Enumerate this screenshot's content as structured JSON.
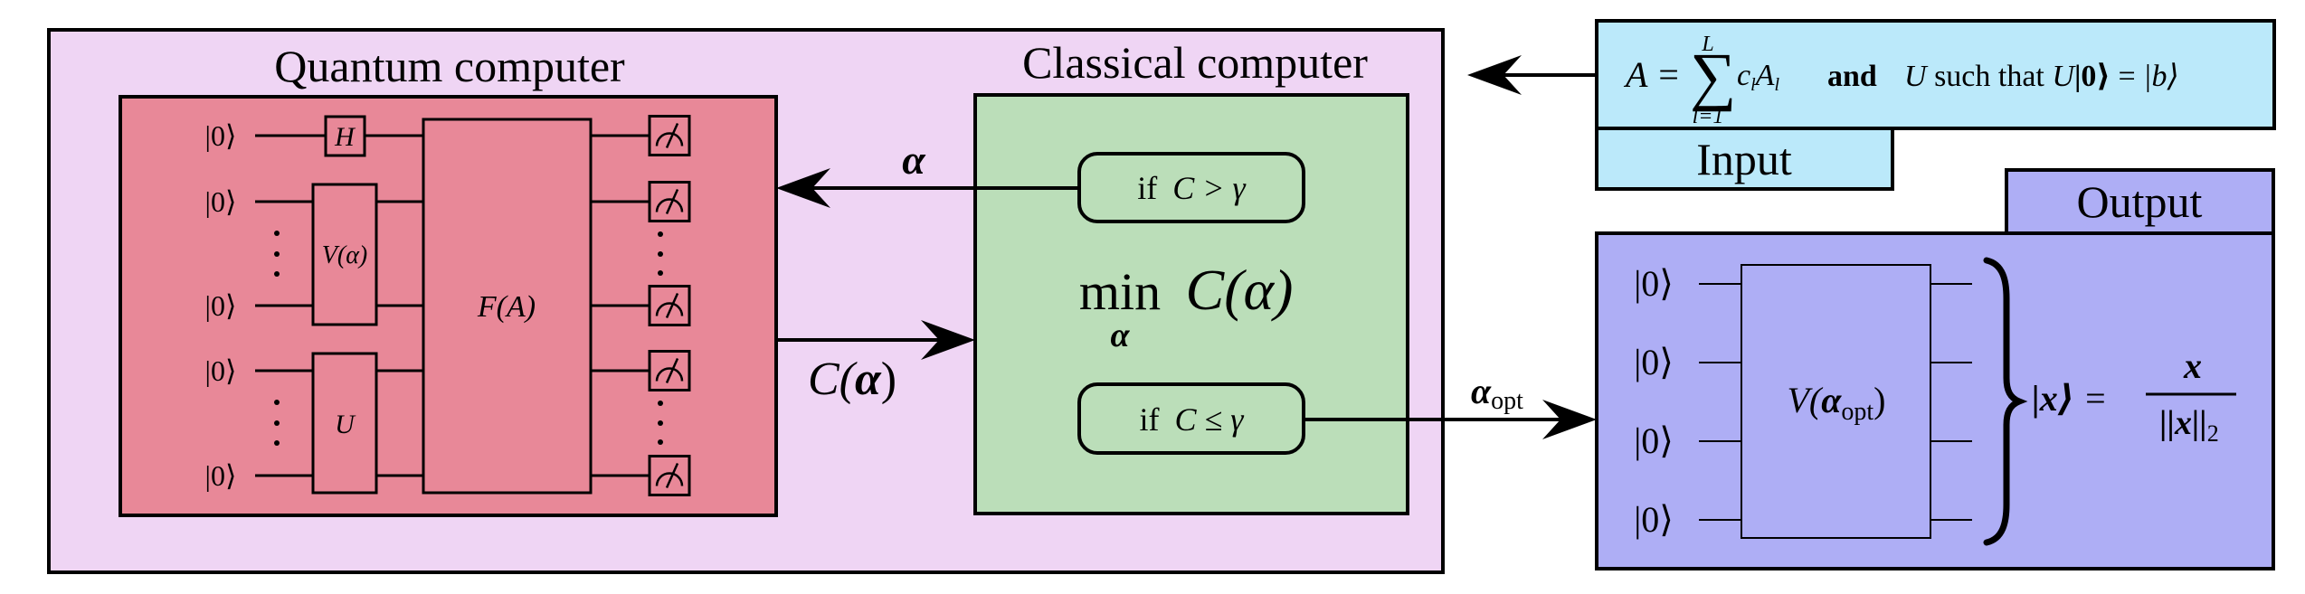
{
  "colors": {
    "hybrid_panel": "#efd5f4",
    "quantum_box": "#e88898",
    "classical_box": "#bbdeb9",
    "input_box": "#bbe9fa",
    "output_box": "#aeaef5",
    "stroke": "#000000"
  },
  "quantum": {
    "title": "Quantum computer",
    "qubit_labels": [
      "|0⟩",
      "|0⟩",
      "|0⟩",
      "|0⟩",
      "|0⟩"
    ],
    "gates": {
      "hadamard": "H",
      "ansatz": "V(α)",
      "state_prep": "U",
      "observable": "F(A)"
    },
    "ellipsis": "⋮"
  },
  "classical": {
    "title": "Classical computer",
    "objective": {
      "min": "min",
      "sub": "α",
      "expr": "C(α)"
    },
    "condition_continue": {
      "if": "if",
      "expr": "C > γ"
    },
    "condition_stop": {
      "if": "if",
      "expr": "C ≤ γ"
    }
  },
  "arrows": {
    "params_label": "α",
    "cost_label": {
      "main": "C(",
      "bold": "α",
      "close": ")"
    },
    "opt_label": {
      "bold": "α",
      "sub": "opt"
    }
  },
  "input": {
    "label": "Input",
    "formula": {
      "lhs": "A = ",
      "sum": "∑",
      "upper": "L",
      "lower": "l=1",
      "term_c": "c",
      "term_c_sub": "l",
      "term_A": "A",
      "term_A_sub": "l",
      "and": "and",
      "rest_U": "U",
      "rest_text": " such that ",
      "rest_U2": "U",
      "rest_ket0": "|0⟩",
      "rest_eq": " = ",
      "rest_ketb": "|b⟩"
    }
  },
  "output": {
    "label": "Output",
    "qubit_labels": [
      "|0⟩",
      "|0⟩",
      "|0⟩",
      "|0⟩"
    ],
    "gate": {
      "main": "V(",
      "bold": "α",
      "sub": "opt",
      "close": ")"
    },
    "result": {
      "ket": "|x⟩",
      "eq": "=",
      "num": "x",
      "den": "||x||",
      "den_sub": "2"
    }
  }
}
